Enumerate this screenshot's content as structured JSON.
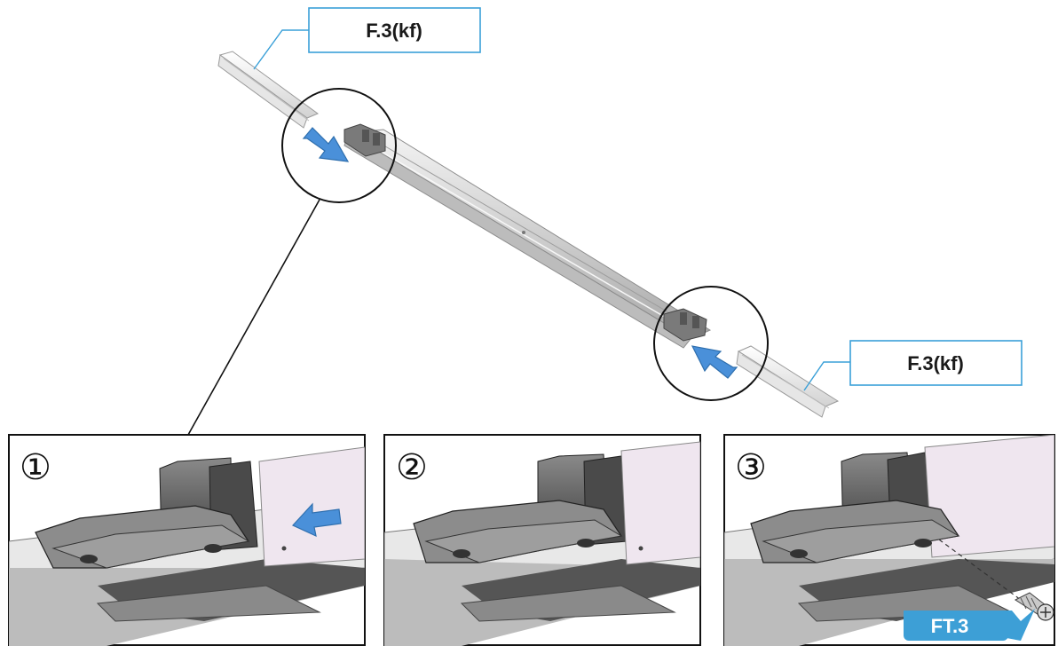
{
  "labels": {
    "part_label_top": "F.3(kf)",
    "part_label_right": "F.3(kf)",
    "fastener_tag": "FT.3"
  },
  "steps": [
    {
      "number": "①",
      "has_arrow": true,
      "has_screw": false
    },
    {
      "number": "②",
      "has_arrow": false,
      "has_screw": false
    },
    {
      "number": "③",
      "has_arrow": false,
      "has_screw": true
    }
  ],
  "colors": {
    "callout_line": "#3aa0d8",
    "arrow_fill": "#4a90d9",
    "tag_fill": "#3d9fd6",
    "profile_light": "#e8e8e8",
    "clip_dark": "#5a5a5a",
    "panel_pink": "#efe6ef"
  },
  "icons": {
    "direction_arrow": "blue-arrow-icon",
    "screw": "screw-icon"
  }
}
